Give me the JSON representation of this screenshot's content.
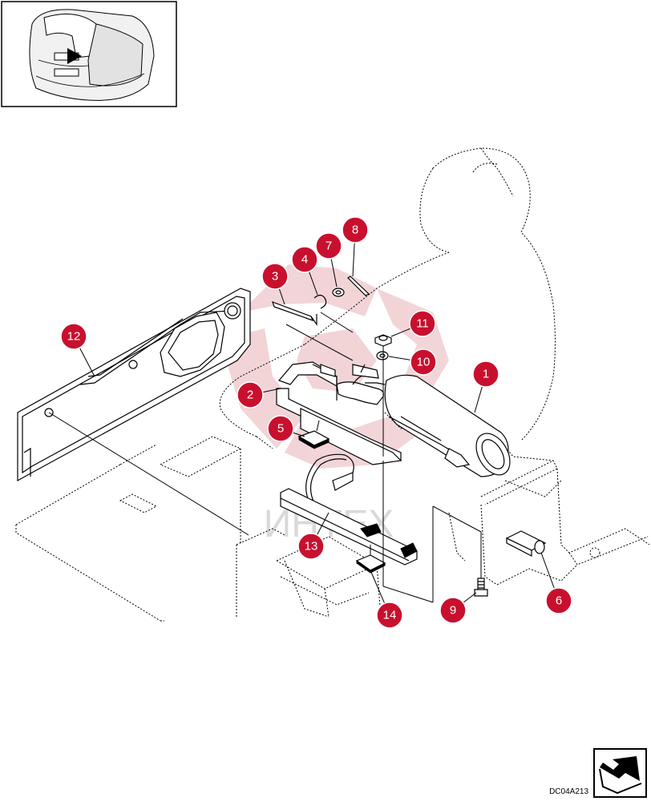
{
  "diagram": {
    "reference_code": "DC04A213",
    "watermark": "ИНТЕХ",
    "colors": {
      "callout": "#c8102e",
      "watermark": "#e8b2b8",
      "watermark_text": "#d9d9d9",
      "line": "#000000"
    },
    "callouts": [
      {
        "id": "1",
        "label": "1"
      },
      {
        "id": "2",
        "label": "2"
      },
      {
        "id": "3",
        "label": "3"
      },
      {
        "id": "4",
        "label": "4"
      },
      {
        "id": "5",
        "label": "5"
      },
      {
        "id": "6",
        "label": "6"
      },
      {
        "id": "7",
        "label": "7"
      },
      {
        "id": "8",
        "label": "8"
      },
      {
        "id": "9",
        "label": "9"
      },
      {
        "id": "10",
        "label": "10"
      },
      {
        "id": "11",
        "label": "11"
      },
      {
        "id": "12",
        "label": "12"
      },
      {
        "id": "13",
        "label": "13"
      },
      {
        "id": "14",
        "label": "14"
      }
    ],
    "icons": {
      "location_thumbnail": "seat-location-icon",
      "next_page": "next-page-arrow-icon"
    }
  }
}
